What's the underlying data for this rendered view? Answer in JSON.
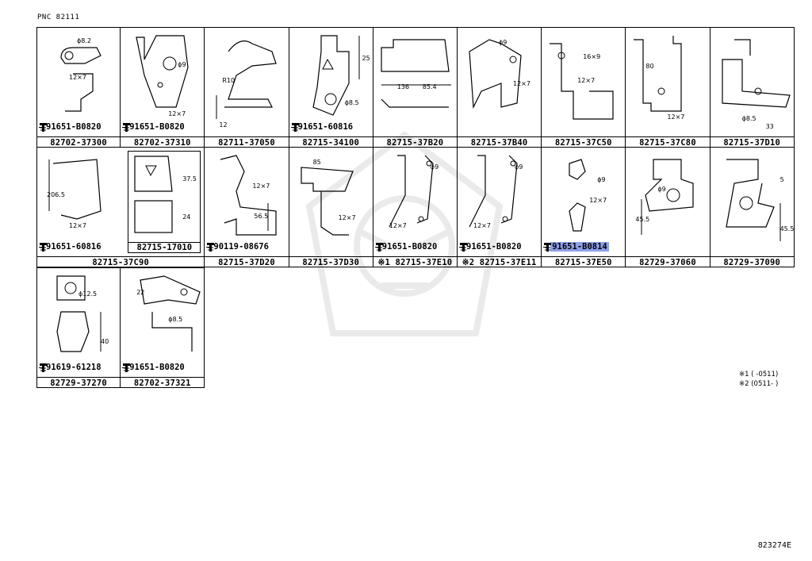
{
  "header": {
    "pnc": "PNC 82111"
  },
  "rows": [
    [
      {
        "part": "82702-37300",
        "bolt": "91651-B0820",
        "dims": [
          "ϕ8.2",
          "12×7"
        ]
      },
      {
        "part": "82702-37310",
        "bolt": "91651-B0820",
        "dims": [
          "ϕ9",
          "12×7"
        ]
      },
      {
        "part": "82711-37050",
        "bolt": "",
        "dims": [
          "R10",
          "12"
        ]
      },
      {
        "part": "82715-34100",
        "bolt": "91651-60816",
        "dims": [
          "25",
          "ϕ8.5"
        ]
      },
      {
        "part": "82715-37B20",
        "bolt": "",
        "dims": [
          "136",
          "85.4"
        ]
      },
      {
        "part": "82715-37B40",
        "bolt": "",
        "dims": [
          "ϕ9",
          "12×7"
        ]
      },
      {
        "part": "82715-37C50",
        "bolt": "",
        "dims": [
          "16×9",
          "12×7"
        ]
      },
      {
        "part": "82715-37C80",
        "bolt": "",
        "dims": [
          "80",
          "12×7"
        ]
      },
      {
        "part": "82715-37D10",
        "bolt": "",
        "dims": [
          "ϕ8.5",
          "33"
        ]
      }
    ],
    [
      {
        "part": "82715-37C90",
        "bolt": "91651-60816",
        "dims": [
          "206.5",
          "12×7"
        ],
        "inner": {
          "part": "82715-17010",
          "dims": [
            "37.5",
            "24"
          ]
        }
      },
      {
        "part": "82715-37D20",
        "bolt": "90119-08676",
        "dims": [
          "12×7",
          "56.5"
        ]
      },
      {
        "part": "82715-37D30",
        "bolt": "",
        "dims": [
          "85",
          "12×7"
        ]
      },
      {
        "part": "※1 82715-37E10",
        "bolt": "91651-B0820",
        "dims": [
          "ϕ9",
          "12×7"
        ]
      },
      {
        "part": "※2 82715-37E11",
        "bolt": "91651-B0820",
        "dims": [
          "ϕ9",
          "12×7"
        ]
      },
      {
        "part": "82715-37E50",
        "bolt": "91651-B0814",
        "highlight": true,
        "dims": [
          "ϕ9",
          "12×7"
        ]
      },
      {
        "part": "82729-37060",
        "bolt": "",
        "dims": [
          "ϕ9",
          "45.5"
        ]
      },
      {
        "part": "82729-37090",
        "bolt": "",
        "dims": [
          "5",
          "45.5"
        ]
      }
    ],
    [
      {
        "part": "82729-37270",
        "bolt": "91619-61218",
        "dims": [
          "ϕ12.5",
          "40"
        ]
      },
      {
        "part": "82702-37321",
        "bolt": "91651-B0820",
        "dims": [
          "22",
          "ϕ8.5"
        ]
      }
    ]
  ],
  "notes": [
    "※1 (      -0511)",
    "※2 (0511-      )"
  ],
  "footer": {
    "code": "823274E"
  }
}
